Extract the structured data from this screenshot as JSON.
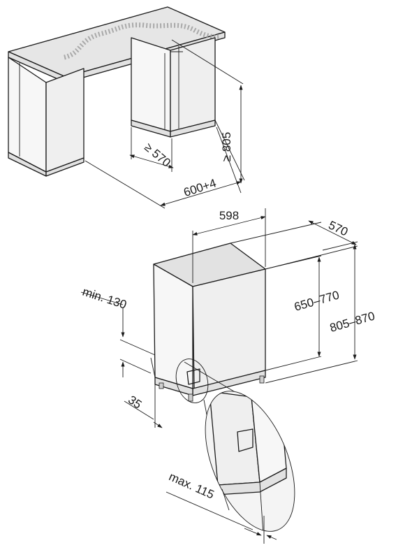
{
  "cabinet_view": {
    "labels": {
      "height_min": "≥ 805",
      "depth_min": "≥ 570",
      "width_niche": "600+4"
    }
  },
  "appliance_view": {
    "labels": {
      "width": "598",
      "depth": "570",
      "door_height": "650–770",
      "total_height": "805–870",
      "plinth_min": "min. 130",
      "plinth_depth": "35",
      "door_gap_max": "max. 115"
    }
  }
}
